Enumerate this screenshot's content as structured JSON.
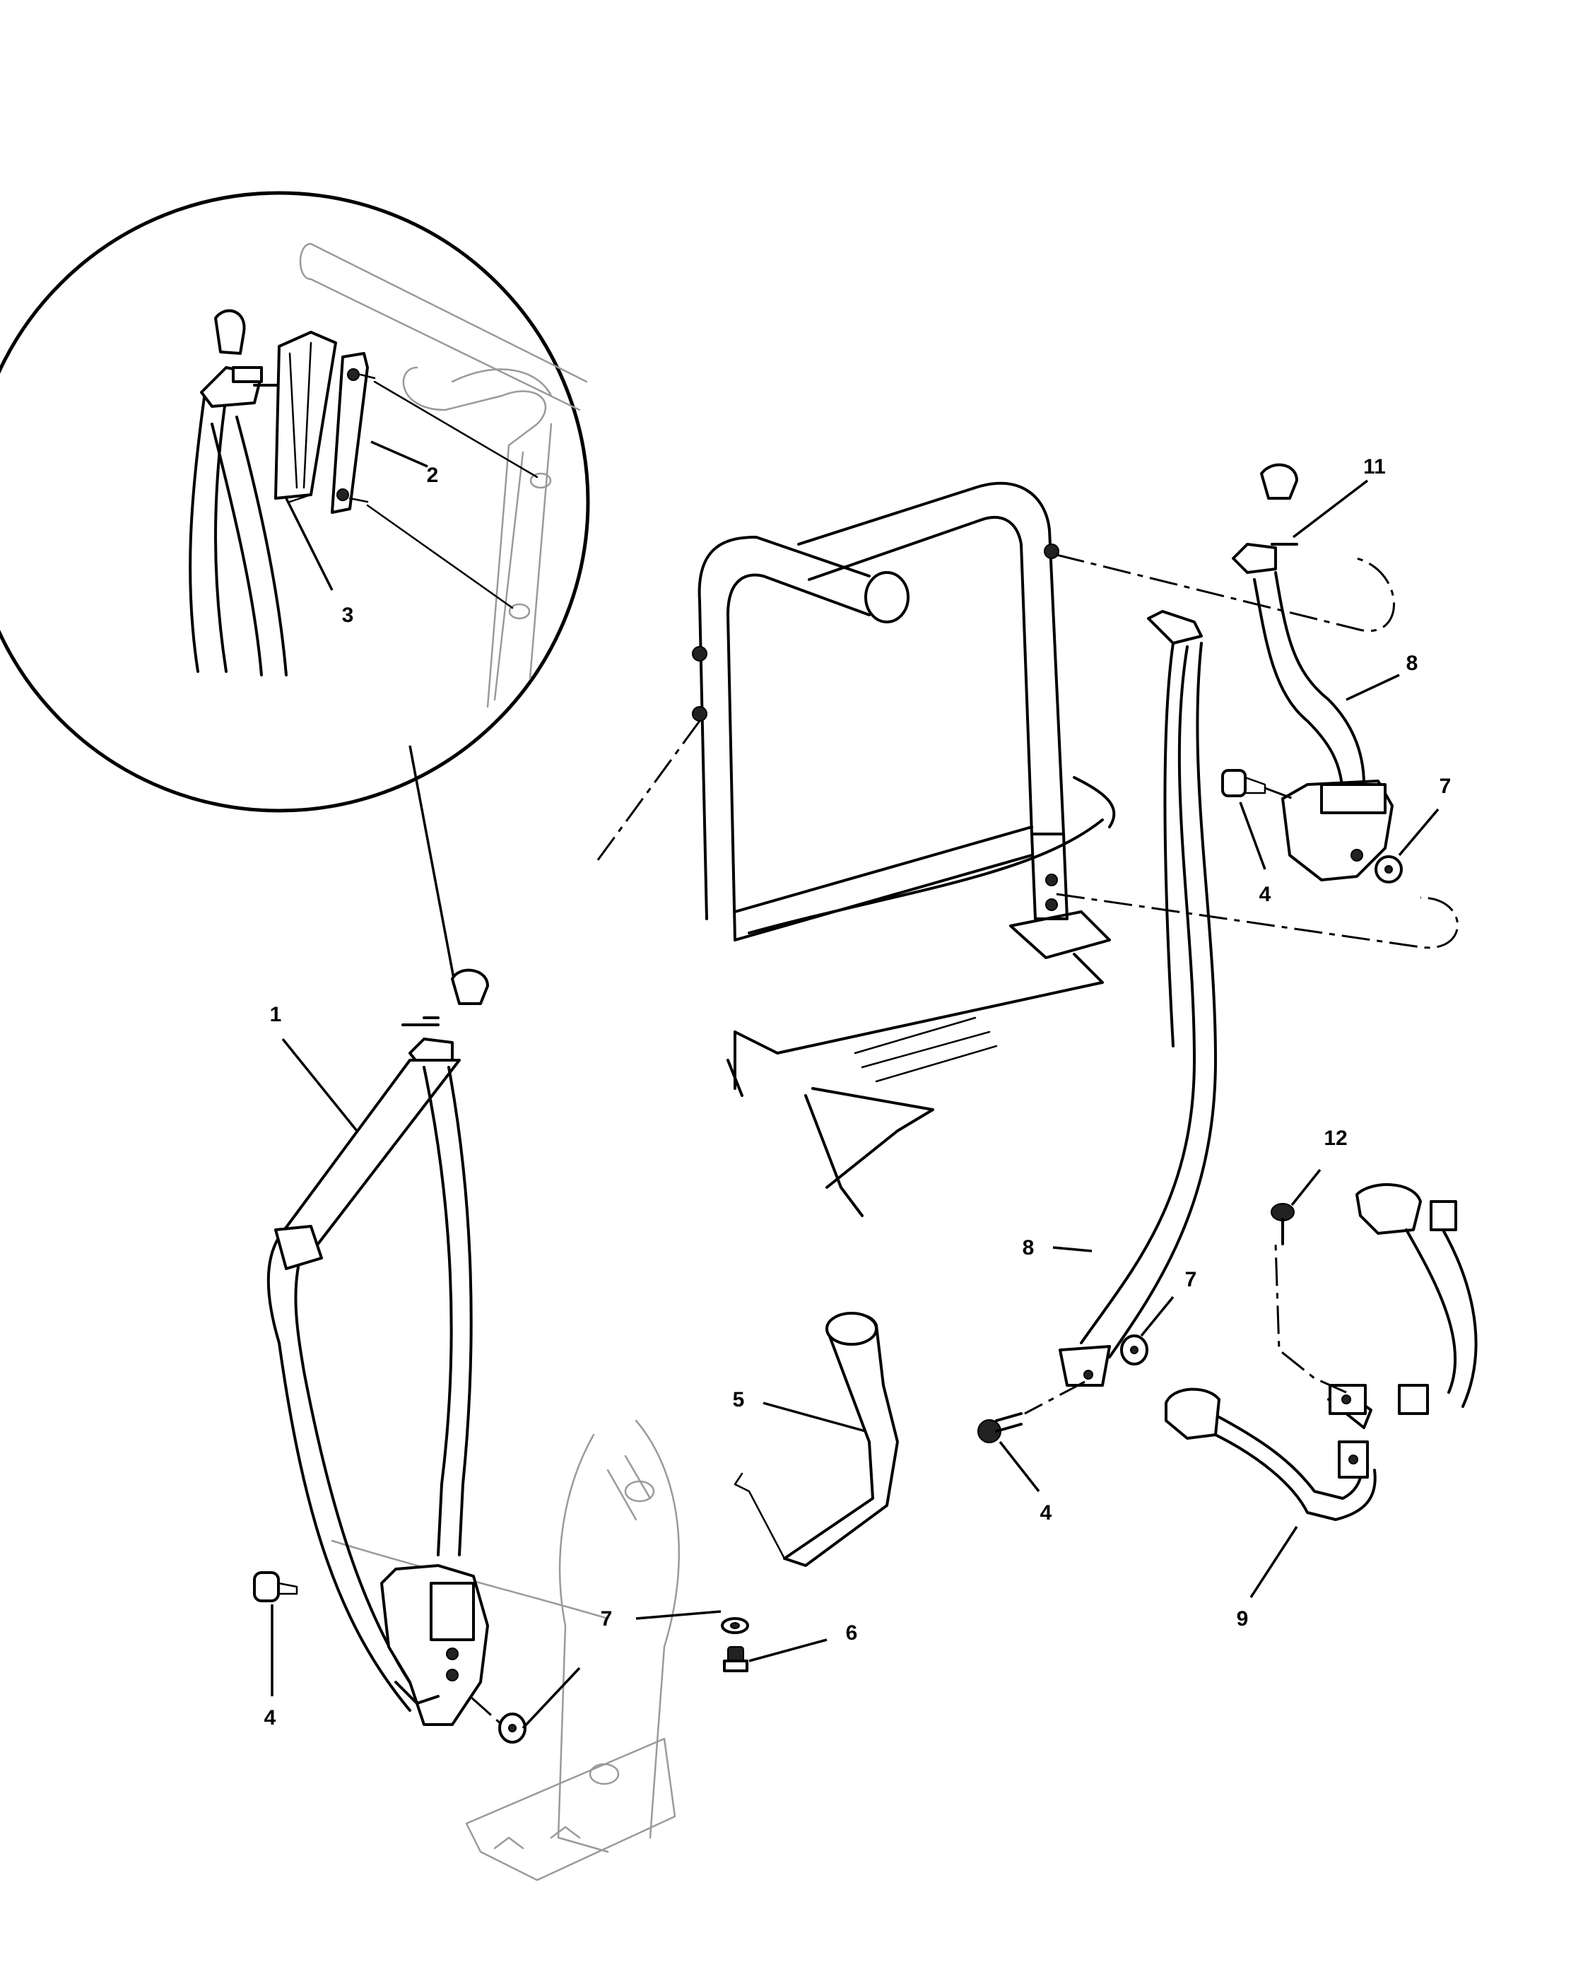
{
  "callouts": {
    "c1": "1",
    "c2": "2",
    "c3": "3",
    "c4a": "4",
    "c4b": "4",
    "c4c": "4",
    "c5": "5",
    "c6": "6",
    "c7a": "7",
    "c7b": "7",
    "c7c": "7",
    "c8a": "8",
    "c8b": "8",
    "c9": "9",
    "c11": "11",
    "c12": "12"
  }
}
